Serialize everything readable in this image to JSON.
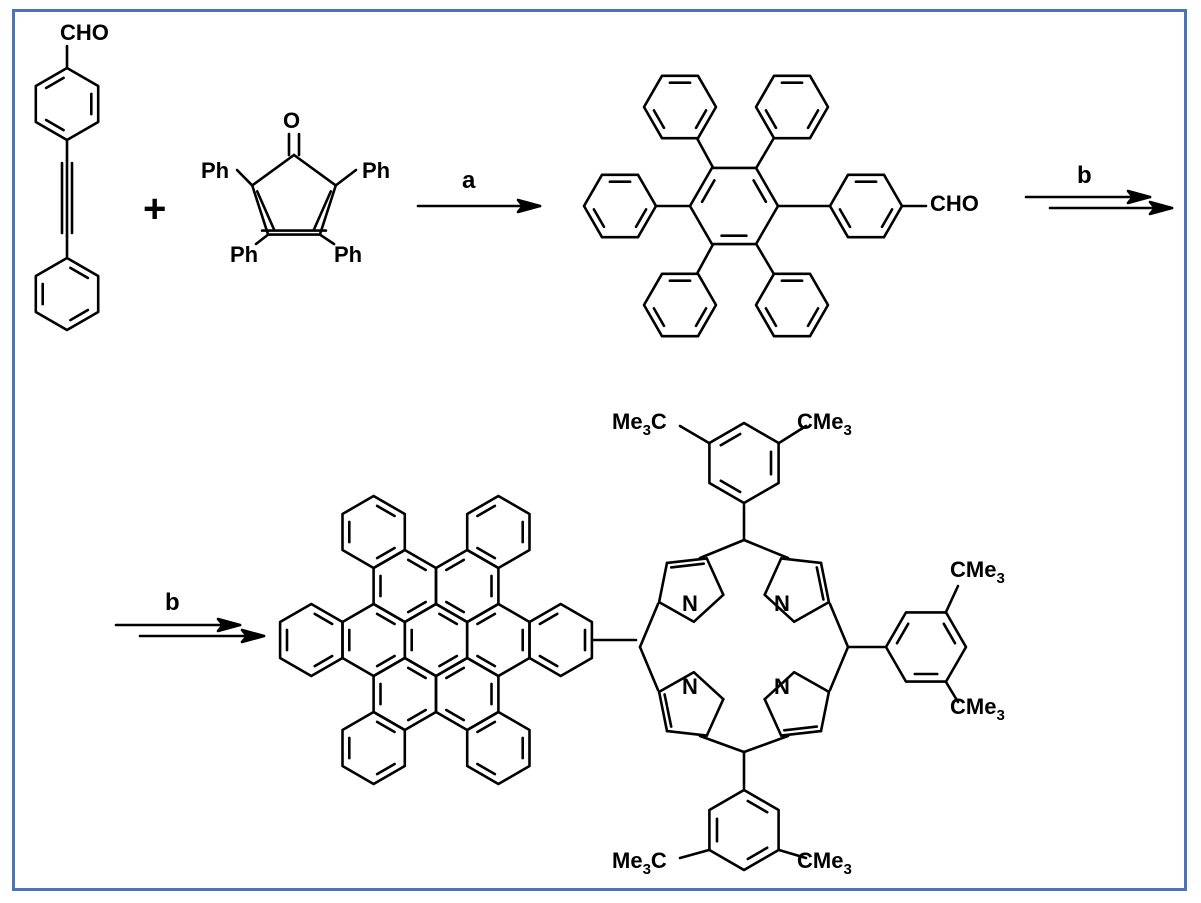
{
  "scheme": {
    "plus_sign": "+",
    "step_a": "a",
    "step_b_top": "b",
    "step_b_bottom": "b"
  },
  "reagent1": {
    "formyl_label": "CHO"
  },
  "reagent2": {
    "carbonyl_o": "O",
    "ph_top_left": "Ph",
    "ph_top_right": "Ph",
    "ph_bottom_left": "Ph",
    "ph_bottom_right": "Ph"
  },
  "intermediate": {
    "formyl_label": "CHO"
  },
  "product": {
    "n_top_left": "N",
    "n_top_right": "N",
    "n_bottom_left": "N",
    "n_bottom_right": "N",
    "top_aryl_left": {
      "main": "Me",
      "sub": "3",
      "tail": "C"
    },
    "top_aryl_right": {
      "main": "CMe",
      "sub": "3"
    },
    "right_aryl_top": {
      "main": "CMe",
      "sub": "3"
    },
    "right_aryl_bottom": {
      "main": "CMe",
      "sub": "3"
    },
    "bottom_aryl_left": {
      "main": "Me",
      "sub": "3",
      "tail": "C"
    },
    "bottom_aryl_right": {
      "main": "CMe",
      "sub": "3"
    }
  }
}
